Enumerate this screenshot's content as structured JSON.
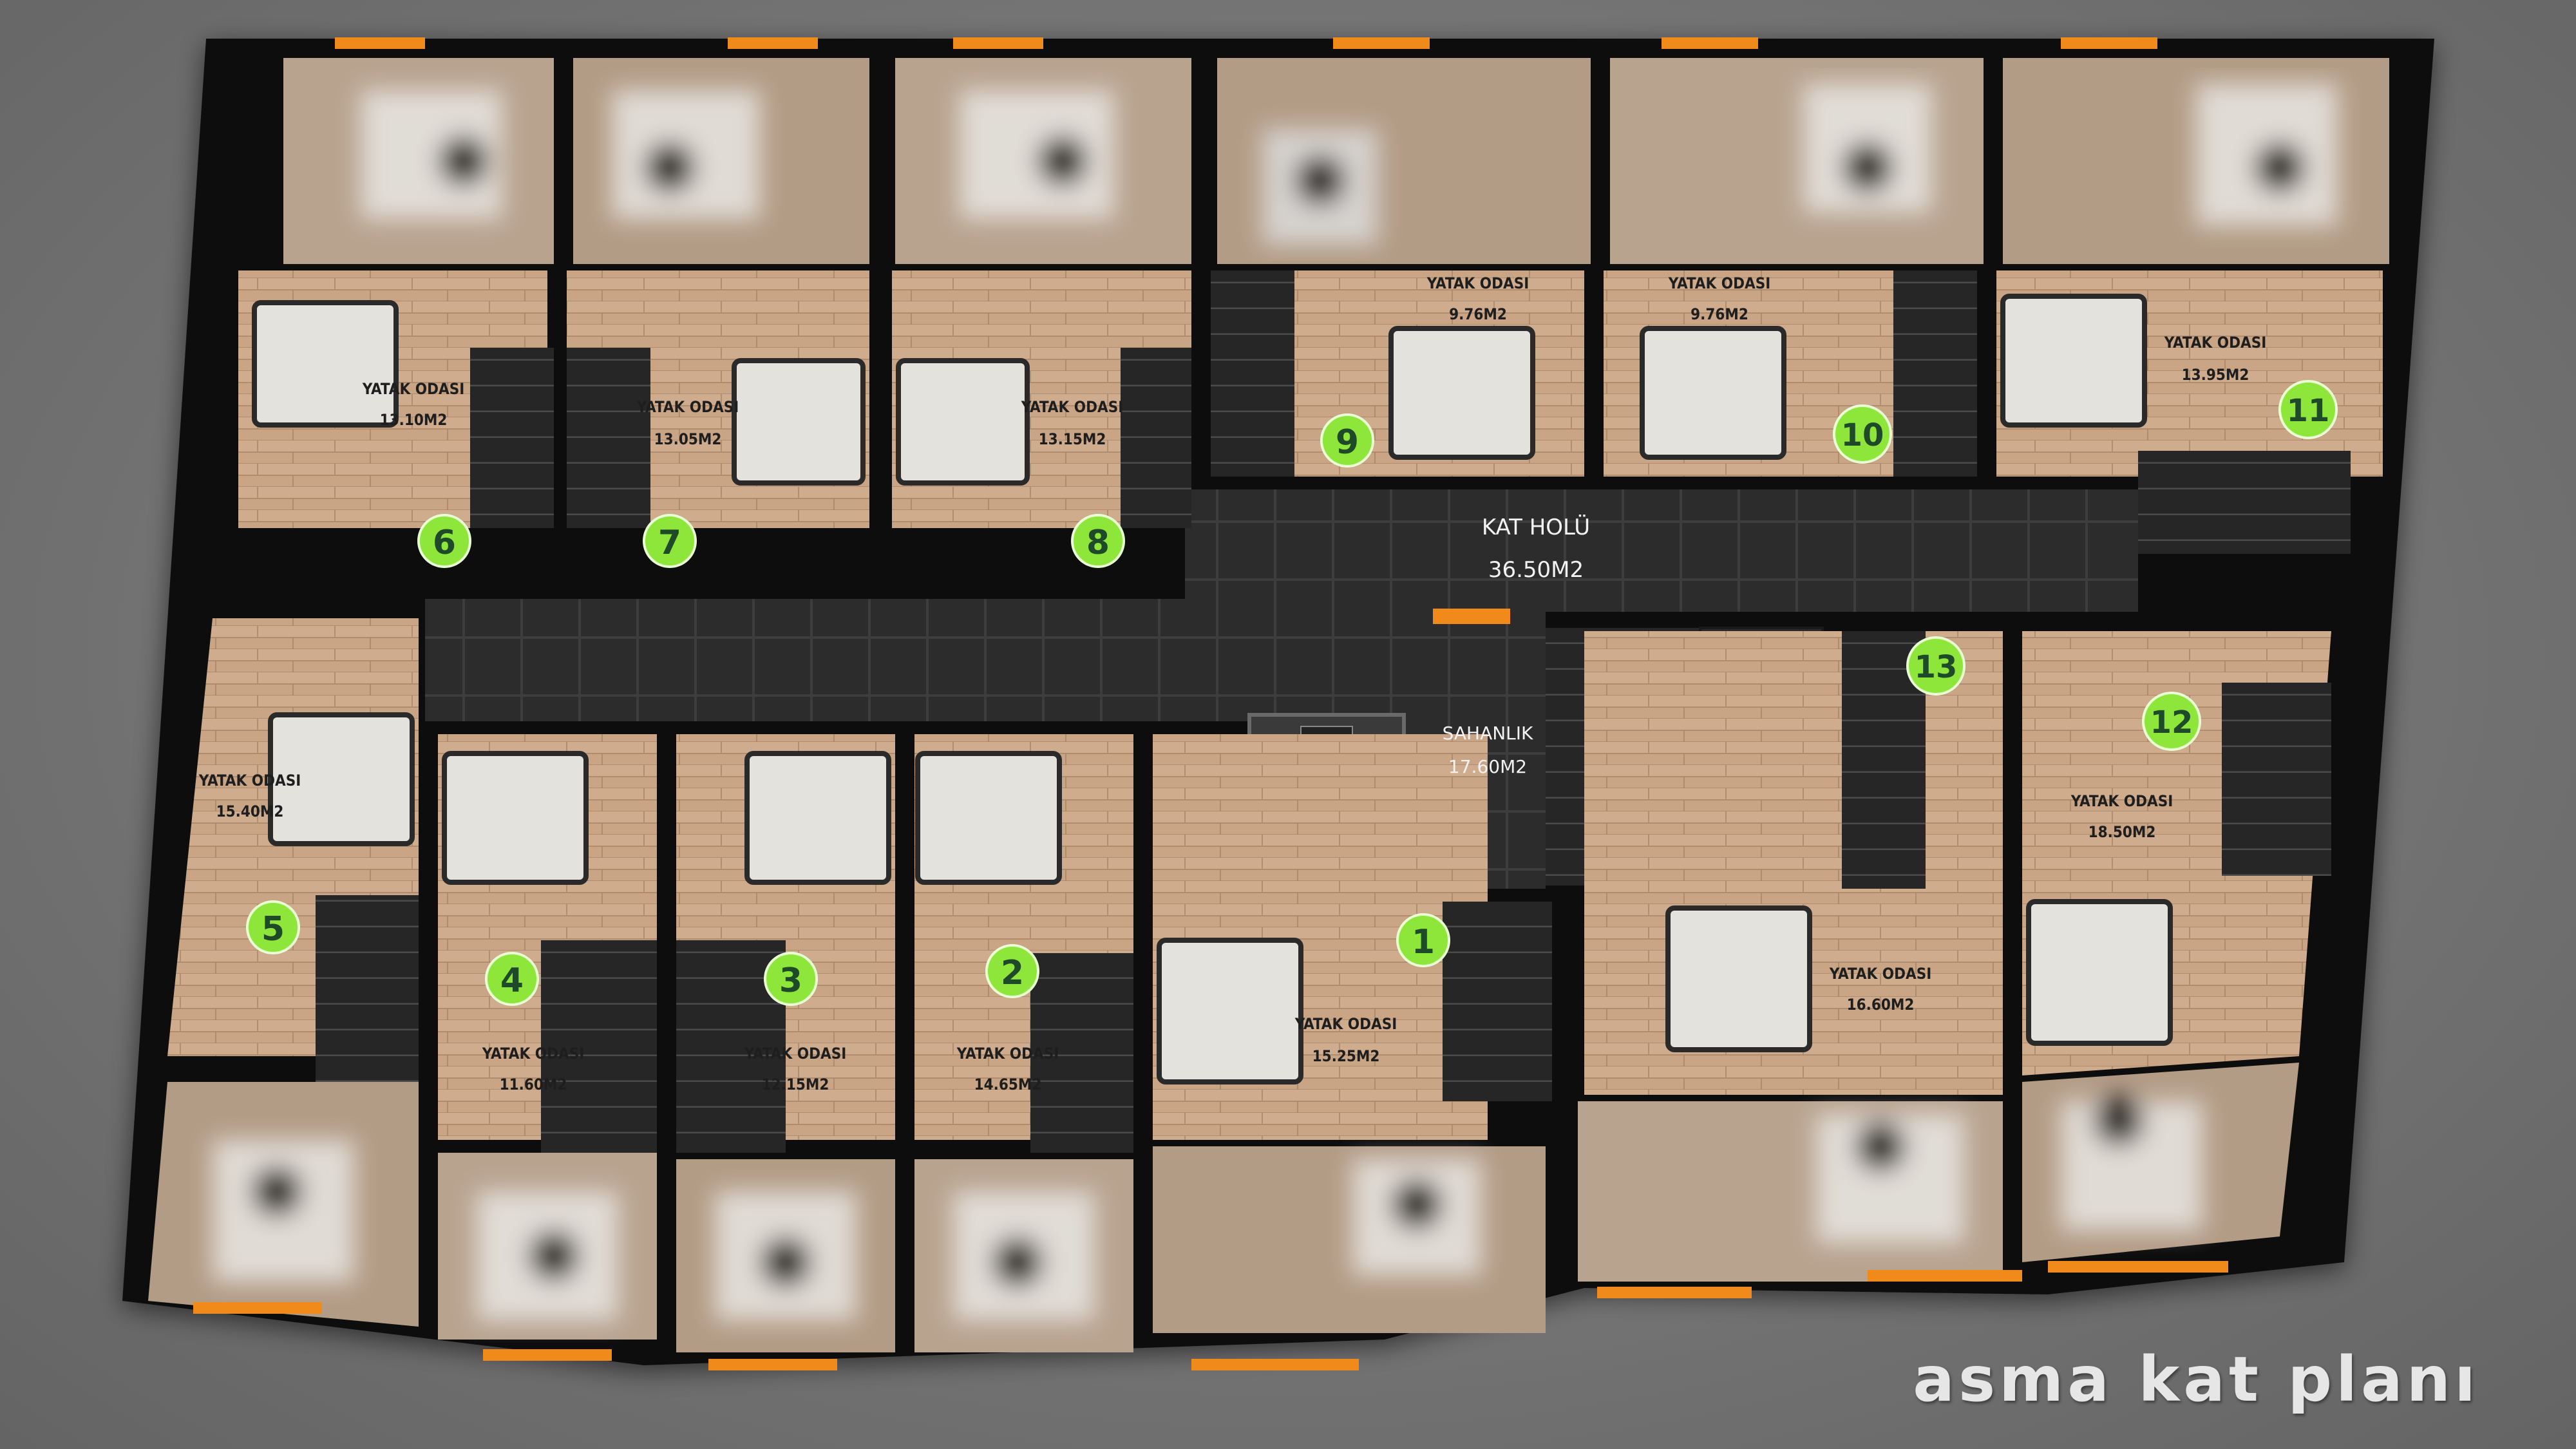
{
  "plan": {
    "title": "asma kat planı",
    "hall": {
      "name": "KAT HOLÜ",
      "area": "36.50M2"
    },
    "landing": {
      "name": "SAHANLIK",
      "area": "17.60M2"
    },
    "rooms": [
      {
        "number": "1",
        "name": "YATAK ODASI",
        "area": "15.25M2"
      },
      {
        "number": "2",
        "name": "YATAK ODASI",
        "area": "14.65M2"
      },
      {
        "number": "3",
        "name": "YATAK ODASI",
        "area": "12.15M2"
      },
      {
        "number": "4",
        "name": "YATAK ODASI",
        "area": "11.60M2"
      },
      {
        "number": "5",
        "name": "YATAK ODASI",
        "area": "15.40M2"
      },
      {
        "number": "6",
        "name": "YATAK ODASI",
        "area": "13.10M2"
      },
      {
        "number": "7",
        "name": "YATAK ODASI",
        "area": "13.05M2"
      },
      {
        "number": "8",
        "name": "YATAK ODASI",
        "area": "13.15M2"
      },
      {
        "number": "9",
        "name": "YATAK ODASI",
        "area": "9.76M2"
      },
      {
        "number": "10",
        "name": "YATAK ODASI",
        "area": "9.76M2"
      },
      {
        "number": "11",
        "name": "YATAK ODASI",
        "area": "13.95M2"
      },
      {
        "number": "12",
        "name": "YATAK ODASI",
        "area": "18.50M2"
      },
      {
        "number": "13",
        "name": "",
        "area": ""
      }
    ]
  },
  "colors": {
    "wood": "#c9a585",
    "wall": "#111111",
    "floor_dark": "#2b2b2b",
    "window": "#f08a1a",
    "badge": "#8ee63a"
  }
}
